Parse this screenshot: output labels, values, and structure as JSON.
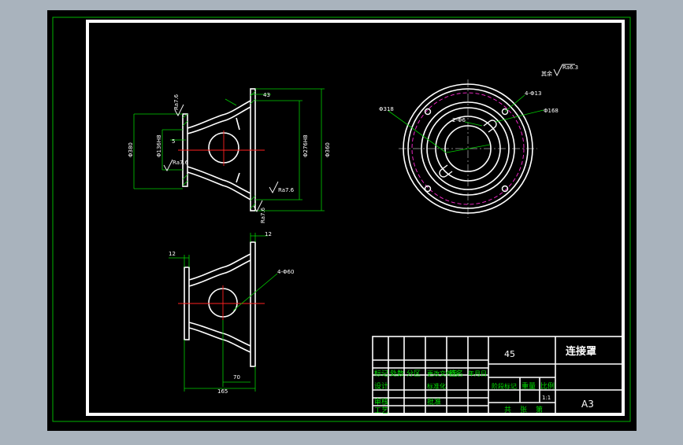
{
  "title_block": {
    "material": "45",
    "part_name": "连接罩",
    "sheet_size": "A3",
    "cells": {
      "biaoji": "标记",
      "chushu": "处数",
      "fenqu": "分区",
      "gengai": "更改文件号",
      "qianming": "签名",
      "nianyueri": "年月日",
      "sheji": "设计",
      "biaozhunhua": "标准化",
      "jieduan": "阶段标记",
      "zhongliang": "重量",
      "bili": "比例",
      "scale": "1:1",
      "shenhe": "审核",
      "gongyi": "工艺",
      "pizhun": "批准",
      "gong": "共",
      "zhang": "张",
      "di": "第"
    }
  },
  "annotations": {
    "ra_general_prefix": "其余",
    "ra_general": "Ra6.3",
    "ra_left_top": "Ra7.6",
    "ra_left_mid": "Ra7.6",
    "ra_right_bottom": "Ra7.6",
    "ra_bottom_vertical": "Ra7.6",
    "front_thk": "43",
    "front_d_outer": "Φ380",
    "front_d_inner": "Φ136H8",
    "front_small": "5",
    "front_d_flange": "Φ276H8",
    "front_d_overall": "Φ360",
    "top_holes": "4-Φ13",
    "top_d_hole": "Φ168",
    "top_slots": "2-Φ6",
    "top_d_outer": "Φ318",
    "lower_thk_right": "12",
    "lower_thk_left": "12",
    "lower_holes": "4-Φ60",
    "lower_dim_70": "70",
    "lower_dim_165": "165"
  }
}
